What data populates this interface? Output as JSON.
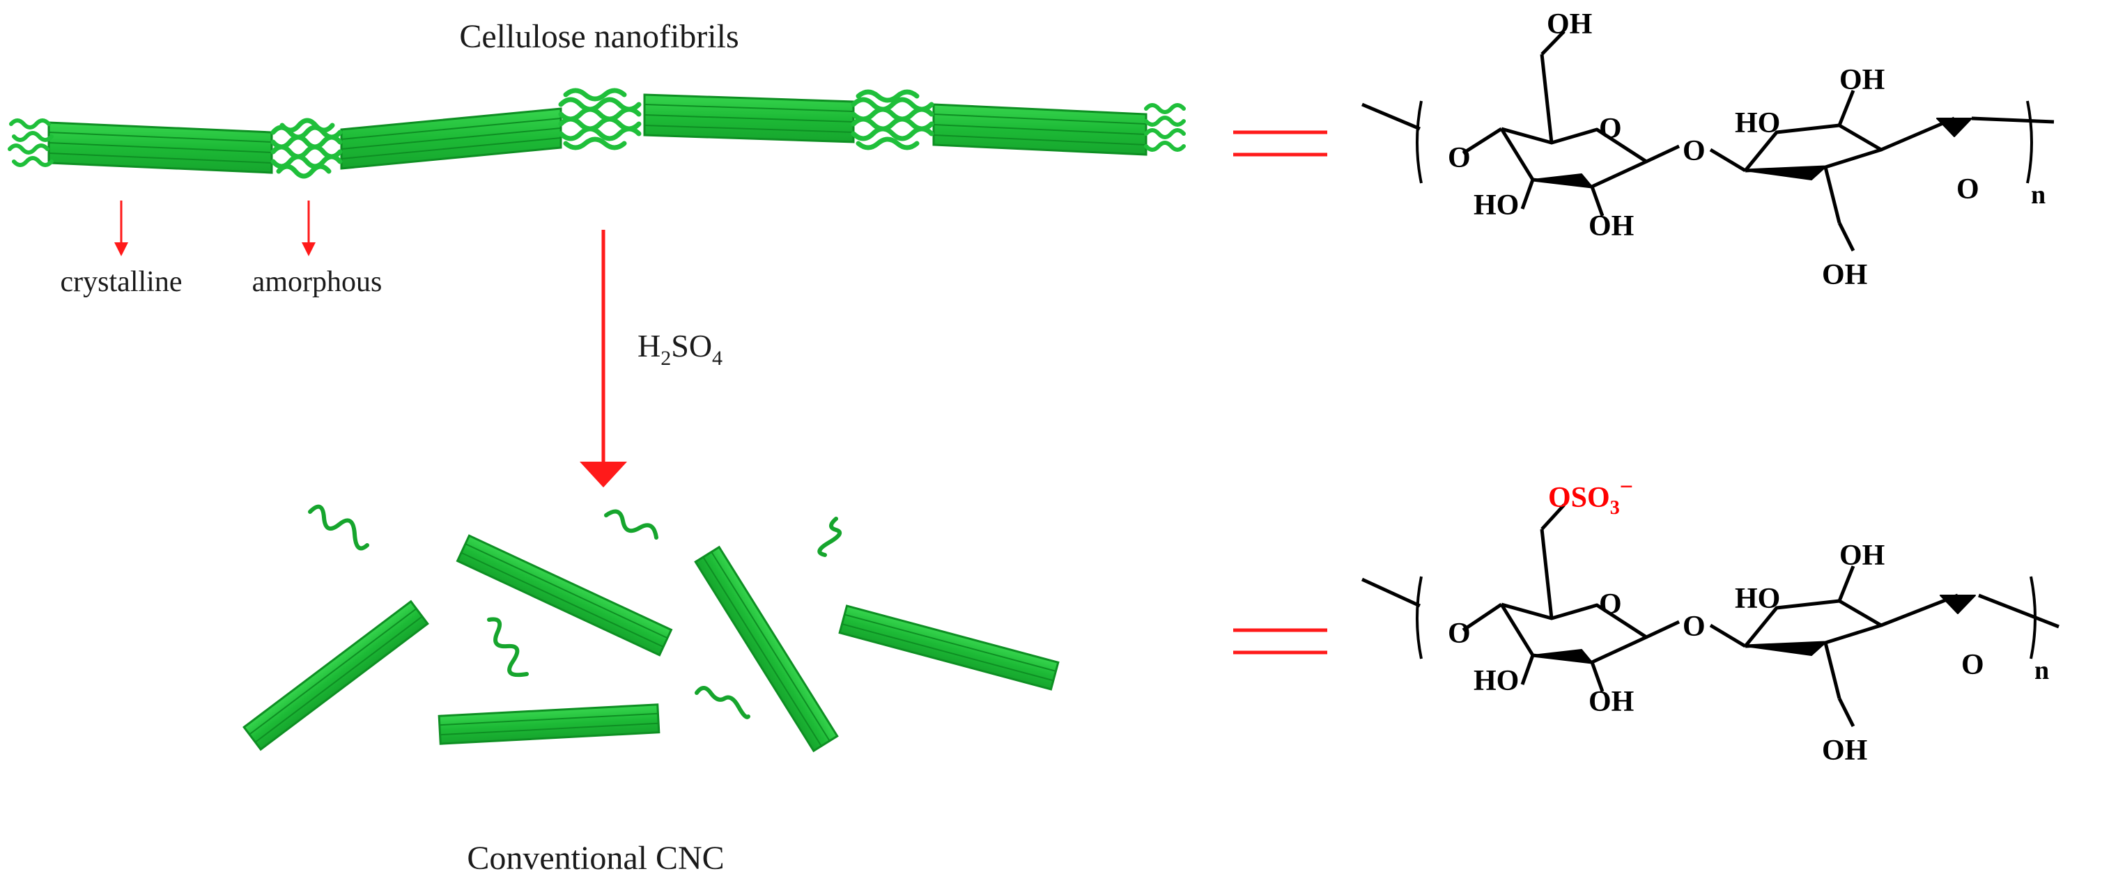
{
  "labels": {
    "top_title": "Cellulose nanofibrils",
    "crystalline": "crystalline",
    "amorphous": "amorphous",
    "reagent_main": "H",
    "reagent_sub1": "2",
    "reagent_mid": "SO",
    "reagent_sub2": "4",
    "bottom_title": "Conventional CNC"
  },
  "structure_top": {
    "atoms": {
      "oh_top": "OH",
      "o_link_left": "O",
      "o_ring1": "O",
      "ho_1": "HO",
      "oh_1": "OH",
      "o_bridge": "O",
      "ho_2": "HO",
      "oh_2_top": "OH",
      "o_ring2": "O",
      "oh_2_bottom": "OH",
      "n": "n"
    }
  },
  "structure_bottom": {
    "atoms": {
      "sulfate_main": "OSO",
      "sulfate_sub": "3",
      "sulfate_charge": "−",
      "o_link_left": "O",
      "o_ring1": "O",
      "ho_1": "HO",
      "oh_1": "OH",
      "o_bridge": "O",
      "ho_2": "HO",
      "oh_2_top": "OH",
      "o_ring2": "O",
      "oh_2_bottom": "OH",
      "n": "n"
    }
  },
  "colors": {
    "fiber_green": "#1fbf3a",
    "fiber_dark": "#0e8f23",
    "arrow_red": "#ff1a1a",
    "sulfate_red": "#ff0000",
    "text": "#1a1a1a"
  }
}
